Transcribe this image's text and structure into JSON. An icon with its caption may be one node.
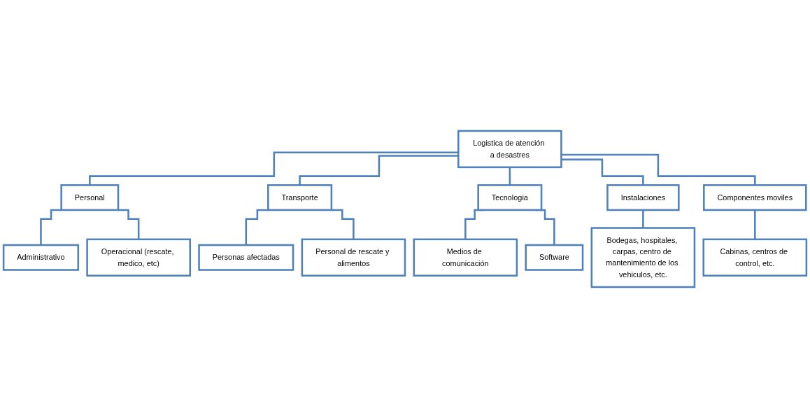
{
  "diagram": {
    "nodes": [
      {
        "text": [
          "Logistica de atención a desastres"
        ]
      },
      {
        "text": [
          "Personal"
        ]
      },
      {
        "text": [
          "Transporte"
        ]
      },
      {
        "text": [
          "Tecnologia"
        ]
      },
      {
        "text": [
          "Instalaciones"
        ]
      },
      {
        "text": [
          "Componentes moviles"
        ]
      },
      {
        "text": [
          "Administrativo"
        ]
      },
      {
        "text": [
          "Operacional (rescate, medico, etc)"
        ]
      },
      {
        "text": [
          "Personas afectadas"
        ]
      },
      {
        "text": [
          "Personal de rescate y alimentos"
        ]
      },
      {
        "text": [
          "Medios de comunicación"
        ]
      },
      {
        "text": [
          "Software"
        ]
      },
      {
        "text": [
          "Bodegas, hospitales, carpas, centro de mantenimiento de los vehiculos, etc."
        ]
      },
      {
        "text": [
          "Cabinas, centros de control, etc."
        ]
      }
    ],
    "edges": [
      {
        "from": 0,
        "to": 1,
        "arrow": "none"
      },
      {
        "from": 0,
        "to": 2,
        "arrow": "none"
      },
      {
        "from": 0,
        "to": 3,
        "arrow": "none"
      },
      {
        "from": 0,
        "to": 4,
        "arrow": "none"
      },
      {
        "from": 0,
        "to": 5,
        "arrow": "none"
      },
      {
        "from": 1,
        "to": 6,
        "arrow": "none"
      },
      {
        "from": 1,
        "to": 7,
        "arrow": "none"
      },
      {
        "from": 2,
        "to": 8,
        "arrow": "none"
      },
      {
        "from": 2,
        "to": 9,
        "arrow": "none"
      },
      {
        "from": 3,
        "to": 10,
        "arrow": "none"
      },
      {
        "from": 3,
        "to": 11,
        "arrow": "none"
      },
      {
        "from": 4,
        "to": 12,
        "arrow": "none"
      },
      {
        "from": 5,
        "to": 13,
        "arrow": "none"
      }
    ]
  }
}
